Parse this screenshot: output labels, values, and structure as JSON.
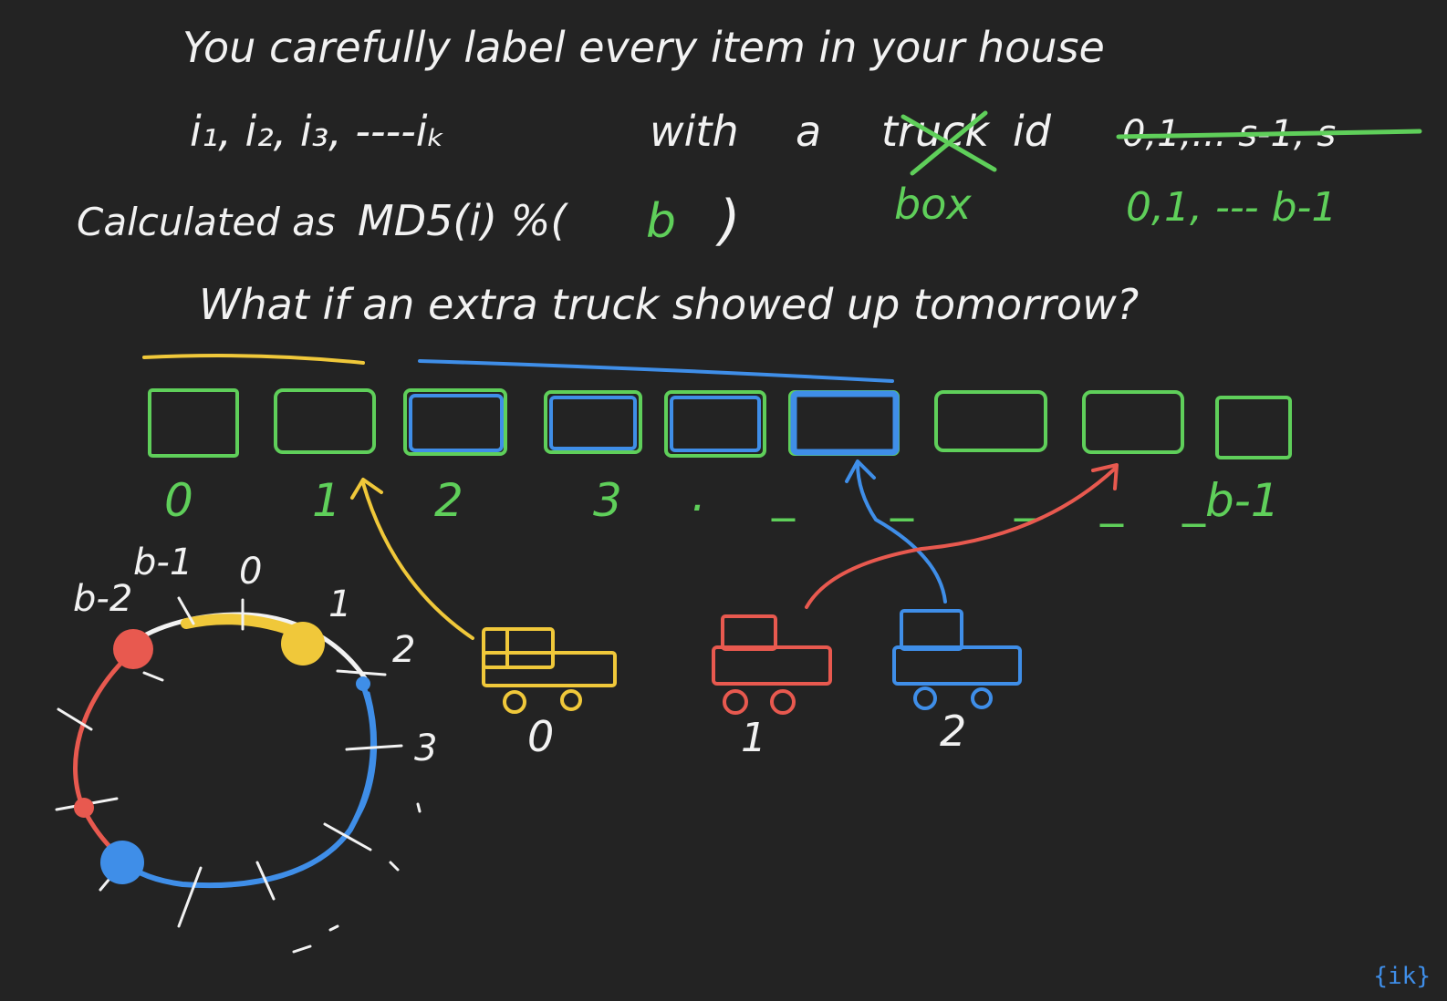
{
  "text": {
    "line1": "You carefully label every item in your house",
    "line2_items": "i₁, i₂, i₃, ----iₖ",
    "line2_with": "with",
    "line2_a": "a",
    "line2_truck": "truck",
    "line2_id": "id",
    "line2_old_range": "0,1,... s-1, s",
    "line3_calc": "Calculated as",
    "line3_formula": "MD5(i) %(",
    "line3_b": "b",
    "line3_close": ")",
    "box_word": "box",
    "new_range": "0,1, --- b-1",
    "question": "What if an extra truck showed up tomorrow?"
  },
  "boxes": {
    "labels": [
      "0",
      "1",
      "2",
      "3",
      ".",
      "_",
      "_",
      "_",
      "_",
      "_b-1"
    ]
  },
  "trucks": [
    {
      "label": "0",
      "color": "#f0c83a"
    },
    {
      "label": "1",
      "color": "#e8594f"
    },
    {
      "label": "2",
      "color": "#3f8ee8"
    }
  ],
  "ring": {
    "labels": [
      "b-2",
      "b-1",
      "0",
      "1",
      "2",
      "3"
    ]
  },
  "colors": {
    "background": "#232323",
    "chalk": "#f2f2f2",
    "green": "#5fcf5a",
    "yellow": "#f0c83a",
    "blue": "#3f8ee8",
    "red": "#e8594f"
  },
  "logo": "{ik}"
}
